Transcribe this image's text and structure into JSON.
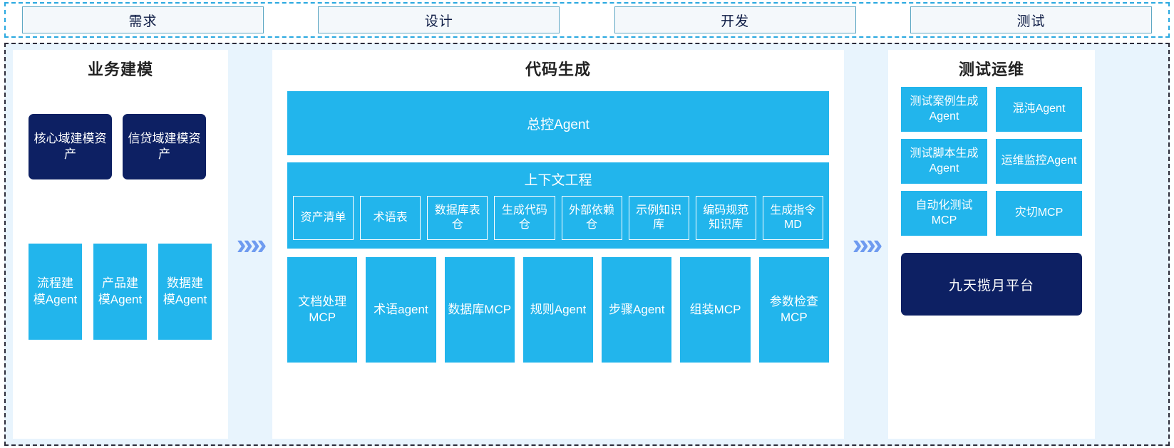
{
  "phases": {
    "items": [
      {
        "label": "需求"
      },
      {
        "label": "设计"
      },
      {
        "label": "开发"
      },
      {
        "label": "测试"
      }
    ]
  },
  "arrows": {
    "glyph": "»»"
  },
  "left_panel": {
    "title": "业务建模",
    "assets": [
      {
        "label": "核心域建模资产"
      },
      {
        "label": "信贷域建模资产"
      }
    ],
    "agents": [
      {
        "label": "流程建模Agent"
      },
      {
        "label": "产品建模Agent"
      },
      {
        "label": "数据建模Agent"
      }
    ]
  },
  "center_panel": {
    "title": "代码生成",
    "master_agent": "总控Agent",
    "context": {
      "title": "上下文工程",
      "items": [
        {
          "label": "资产清单"
        },
        {
          "label": "术语表"
        },
        {
          "label": "数据库表仓"
        },
        {
          "label": "生成代码仓"
        },
        {
          "label": "外部依赖仓"
        },
        {
          "label": "示例知识库"
        },
        {
          "label": "编码规范知识库"
        },
        {
          "label": "生成指令MD"
        }
      ]
    },
    "tools": [
      {
        "label": "文档处理MCP"
      },
      {
        "label": "术语agent"
      },
      {
        "label": "数据库MCP"
      },
      {
        "label": "规则Agent"
      },
      {
        "label": "步骤Agent"
      },
      {
        "label": "组装MCP"
      },
      {
        "label": "参数检查MCP"
      }
    ]
  },
  "right_panel": {
    "title": "测试运维",
    "items": [
      {
        "label": "测试案例生成Agent"
      },
      {
        "label": "混沌Agent"
      },
      {
        "label": "测试脚本生成Agent"
      },
      {
        "label": "运维监控Agent"
      },
      {
        "label": "自动化测试MCP"
      },
      {
        "label": "灾切MCP"
      }
    ],
    "platform": "九天揽月平台"
  },
  "colors": {
    "cyan": "#22b5ec",
    "navy": "#0d2063",
    "panel_bg": "#e8f4fd",
    "arrow": "#6f9bf0"
  }
}
